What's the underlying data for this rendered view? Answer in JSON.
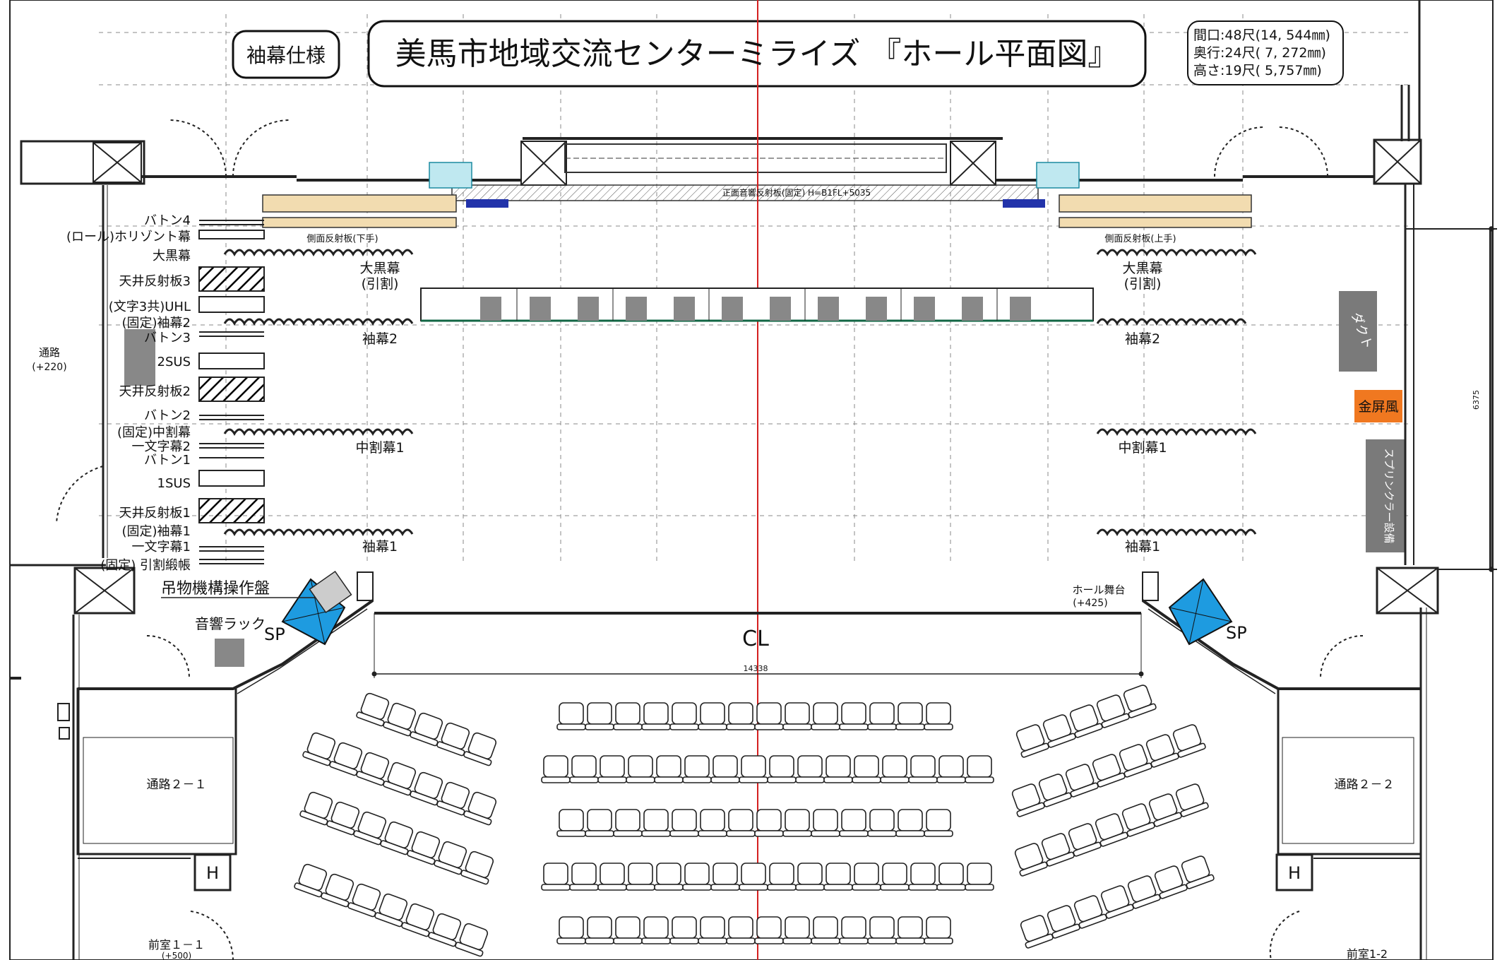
{
  "header": {
    "spec_label": "袖幕仕様",
    "title": "美馬市地域交流センターミライズ 『ホール平面図』",
    "dims": [
      "間口:48尺(14, 544㎜)",
      "奥行:24尺( 7, 272㎜)",
      "高さ:19尺( 5,757㎜)"
    ]
  },
  "left_labels": [
    "バトン4",
    "(ロール)ホリゾント幕",
    "大黒幕",
    "天井反射板3",
    "(文字3共)UHL",
    "(固定)袖幕2",
    "バトン3",
    "2SUS",
    "天井反射板2",
    "バトン2",
    "(固定)中割幕",
    "一文字幕2",
    "バトン1",
    "1SUS",
    "天井反射板1",
    "(固定)袖幕1",
    "一文字幕1",
    "(固定) 引割緞帳"
  ],
  "stage_labels": {
    "reflector_front": "正面音響反射板(固定) H=B1FL+5035",
    "side_reflector_left": "側面反射板(下手)",
    "side_reflector_right": "側面反射板(上手)",
    "daikoku_left": "大黒幕",
    "hikiwari_left": "(引割)",
    "daikoku_right": "大黒幕",
    "hikiwari_right": "(引割)",
    "sode2_left": "袖幕2",
    "sode2_right": "袖幕2",
    "nakawari1_left": "中割幕1",
    "nakawari1_right": "中割幕1",
    "sode1_left": "袖幕1",
    "sode1_right": "袖幕1",
    "control_panel": "吊物機構操作盤",
    "audio_rack": "音響ラック",
    "sp_left": "SP",
    "sp_right": "SP",
    "hall_stage": "ホール舞台",
    "hall_stage_level": "(+425)",
    "centerline": "CL",
    "width_dim": "14338",
    "depth_dim": "6375"
  },
  "right_equipment": {
    "duct": "ダクト",
    "folding_screen": "金屏風",
    "sprinkler": "スプリンクラー設備"
  },
  "rooms": {
    "corridor": "通路",
    "corridor_level": "(+220)",
    "corridor_2_1": "通路２－１",
    "corridor_2_2": "通路２－２",
    "anteroom_1_1": "前室１－１",
    "anteroom_1_1_level": "(+500)",
    "anteroom_1_2": "前室1-2",
    "elevator_left": "H",
    "elevator_right": "H"
  },
  "colors": {
    "accent_blue": "#1e9be0",
    "folding_screen": "#f07820",
    "equipment_gray": "#7a7a7a",
    "centerline_red": "#d42020",
    "reflector_tan": "#f2dcb0"
  }
}
